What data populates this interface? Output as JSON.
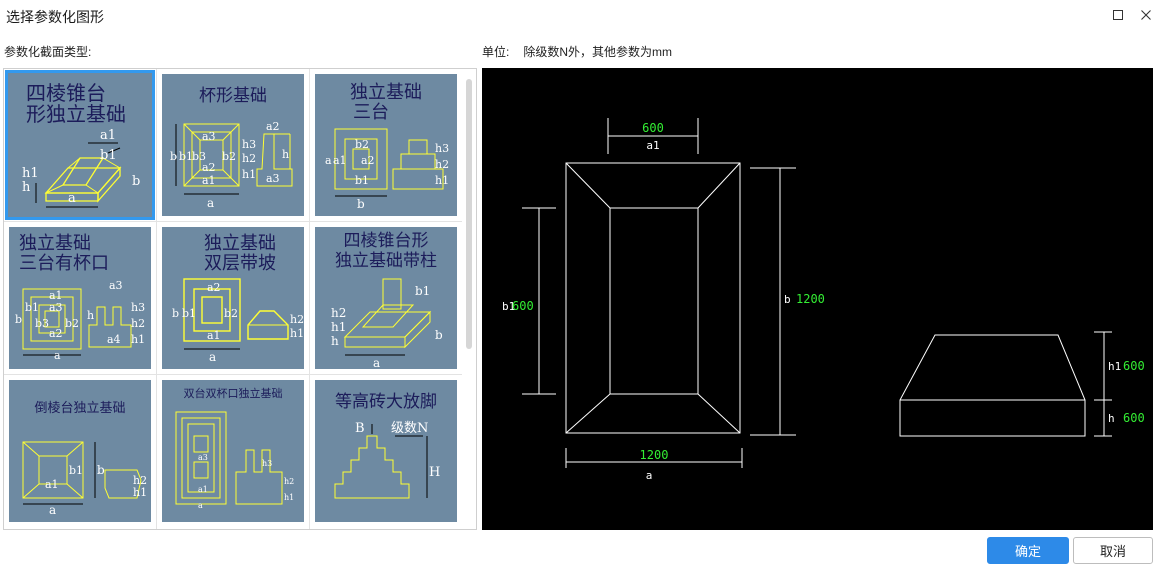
{
  "window": {
    "title": "选择参数化图形"
  },
  "labels": {
    "section_type": "参数化截面类型:",
    "unit_label": "单位:",
    "unit_text": "除级数N外，其他参数为mm"
  },
  "gallery": {
    "items": [
      {
        "title": "四棱锥台形独立基础",
        "selected": true
      },
      {
        "title": "杯形基础",
        "selected": false
      },
      {
        "title": "独立基础三台",
        "selected": false
      },
      {
        "title": "独立基础三台有杯口",
        "selected": false
      },
      {
        "title": "独立基础双层带坡",
        "selected": false
      },
      {
        "title": "四棱锥台形独立基础带柱",
        "selected": false
      },
      {
        "title": "倒棱台独立基础",
        "selected": false
      },
      {
        "title": "双台双杯口独立基础",
        "selected": false
      },
      {
        "title": "等高砖大放脚",
        "selected": false
      }
    ],
    "t1a": "四棱锥台",
    "t1b": "形独立基础",
    "t2": "杯形基础",
    "t3a": "独立基础",
    "t3b": "三台",
    "t4a": "独立基础",
    "t4b": "三台有杯口",
    "t5a": "独立基础",
    "t5b": "双层带坡",
    "t6a": "四棱锥台形",
    "t6b": "独立基础带柱",
    "t7": "倒棱台独立基础",
    "t8": "双台双杯口独立基础",
    "t9": "等高砖大放脚",
    "labels": {
      "a": "a",
      "a1": "a1",
      "a2": "a2",
      "a3": "a3",
      "a4": "a4",
      "b": "b",
      "b1": "b1",
      "b2": "b2",
      "b3": "b3",
      "h": "h",
      "h1": "h1",
      "h2": "h2",
      "h3": "h3",
      "B": "B",
      "H": "H",
      "N": "级数N"
    }
  },
  "preview": {
    "a1_value": "600",
    "a1_name": "a1",
    "b1_name": "b1",
    "b1_value": "600",
    "b_name": "b",
    "b_value": "1200",
    "a_value": "1200",
    "a_name": "a",
    "h1_name": "h1",
    "h1_value": "600",
    "h_name": "h",
    "h_value": "600"
  },
  "buttons": {
    "ok": "确定",
    "cancel": "取消"
  },
  "colors": {
    "accent": "#2d8ae8",
    "thumb_bg": "#6e8aa2",
    "shape": "#ffff33",
    "dim_value": "#33ee33"
  }
}
